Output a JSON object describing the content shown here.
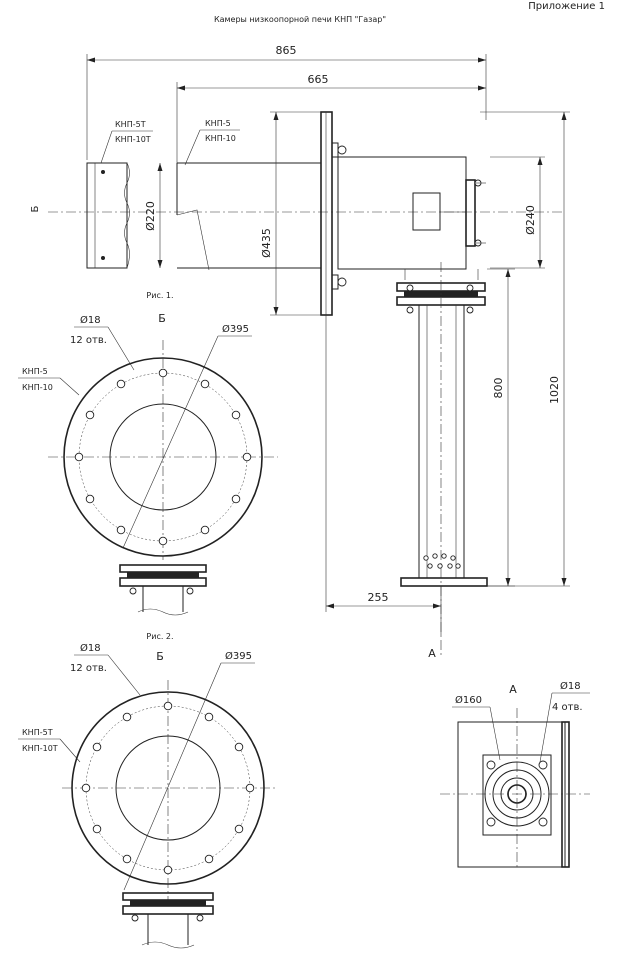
{
  "header": {
    "appendix": "Приложение 1",
    "title": "Камеры низкоопорной печи КНП \"Газар\""
  },
  "side_view": {
    "dim_total_length": "865",
    "dim_inner_length": "665",
    "dim_diam_220": "Ø220",
    "dim_diam_435": "Ø435",
    "dim_diam_240": "Ø240",
    "dim_height_800": "800",
    "dim_height_1020": "1020",
    "dim_offset_255": "255",
    "label_knp_5t": "КНП-5Т",
    "label_knp_10t": "КНП-10Т",
    "label_knp_5": "КНП-5",
    "label_knp_10": "КНП-10",
    "axis_label": "Б",
    "view_a": "А"
  },
  "fig1": {
    "caption": "Рис. 1.",
    "view": "Б",
    "hole_diam": "Ø18",
    "hole_count": "12 отв.",
    "outer_diam": "Ø395",
    "label_knp_5": "КНП-5",
    "label_knp_10": "КНП-10"
  },
  "fig2": {
    "caption": "Рис. 2.",
    "view": "Б",
    "hole_diam": "Ø18",
    "hole_count": "12 отв.",
    "outer_diam": "Ø395",
    "label_knp_5t": "КНП-5Т",
    "label_knp_10t": "КНП-10Т"
  },
  "view_a": {
    "title": "А",
    "bolt_circle": "Ø160",
    "hole_diam": "Ø18",
    "hole_count": "4 отв."
  }
}
